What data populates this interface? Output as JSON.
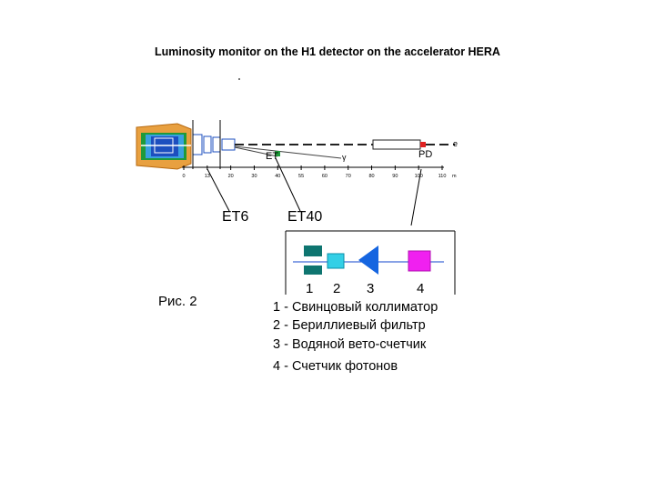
{
  "title": "Luminosity monitor on the H1 detector on the accelerator HERA",
  "beamline": {
    "label_ET": "ET",
    "label_PD": "PD",
    "label_e": "e",
    "label_gamma": "γ",
    "axis_ticks": [
      "0",
      "13",
      "20",
      "30",
      "40",
      "55",
      "60",
      "70",
      "80",
      "90",
      "100",
      "110"
    ],
    "axis_unit": "m"
  },
  "callouts": {
    "et6": "ET6",
    "et40": "ET40"
  },
  "detector_numbers": [
    "1",
    "2",
    "3",
    "4"
  ],
  "figure_label": "Рис. 2",
  "legend": [
    "1 - Свинцовый коллиматор",
    "2 -  Бериллиевый фильтр",
    "3 -  Водяной вето-счетчик",
    "4 -   Счетчик фотонов"
  ],
  "colors": {
    "collimator": "#0e7570",
    "filter": "#33cfe6",
    "veto_counter": "#1565e0",
    "photon_counter": "#f020f0",
    "beam_axis": "#1144cc",
    "detector_outer": "#e8a040",
    "detector_inner": "#3aa0e0"
  }
}
